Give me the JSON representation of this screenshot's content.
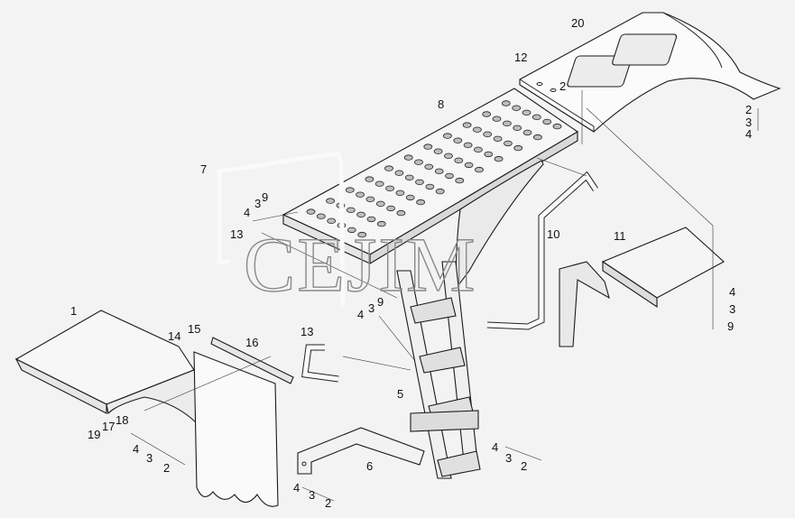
{
  "watermark": "CEJIM",
  "callouts": [
    {
      "id": "c20",
      "text": "20"
    },
    {
      "id": "c12",
      "text": "12"
    },
    {
      "id": "c2a",
      "text": "2"
    },
    {
      "id": "c8",
      "text": "8"
    },
    {
      "id": "c2r",
      "text": "2"
    },
    {
      "id": "c3r",
      "text": "3"
    },
    {
      "id": "c4r",
      "text": "4"
    },
    {
      "id": "c7",
      "text": "7"
    },
    {
      "id": "c3a",
      "text": "3"
    },
    {
      "id": "c9a",
      "text": "9"
    },
    {
      "id": "c4a",
      "text": "4"
    },
    {
      "id": "c13a",
      "text": "13"
    },
    {
      "id": "c10",
      "text": "10"
    },
    {
      "id": "c11",
      "text": "11"
    },
    {
      "id": "c4b",
      "text": "4"
    },
    {
      "id": "c3b",
      "text": "3"
    },
    {
      "id": "c9b",
      "text": "9"
    },
    {
      "id": "c1",
      "text": "1"
    },
    {
      "id": "c15",
      "text": "15"
    },
    {
      "id": "c14",
      "text": "14"
    },
    {
      "id": "c16",
      "text": "16"
    },
    {
      "id": "c4c",
      "text": "4"
    },
    {
      "id": "c3c",
      "text": "3"
    },
    {
      "id": "c9c",
      "text": "9"
    },
    {
      "id": "c13b",
      "text": "13"
    },
    {
      "id": "c5",
      "text": "5"
    },
    {
      "id": "c18",
      "text": "18"
    },
    {
      "id": "c17",
      "text": "17"
    },
    {
      "id": "c19",
      "text": "19"
    },
    {
      "id": "c4d",
      "text": "4"
    },
    {
      "id": "c3d",
      "text": "3"
    },
    {
      "id": "c2d",
      "text": "2"
    },
    {
      "id": "c6",
      "text": "6"
    },
    {
      "id": "c4e",
      "text": "4"
    },
    {
      "id": "c3e",
      "text": "3"
    },
    {
      "id": "c2e",
      "text": "2"
    },
    {
      "id": "c4f",
      "text": "4"
    },
    {
      "id": "c3f",
      "text": "3"
    },
    {
      "id": "c2f",
      "text": "2"
    }
  ]
}
